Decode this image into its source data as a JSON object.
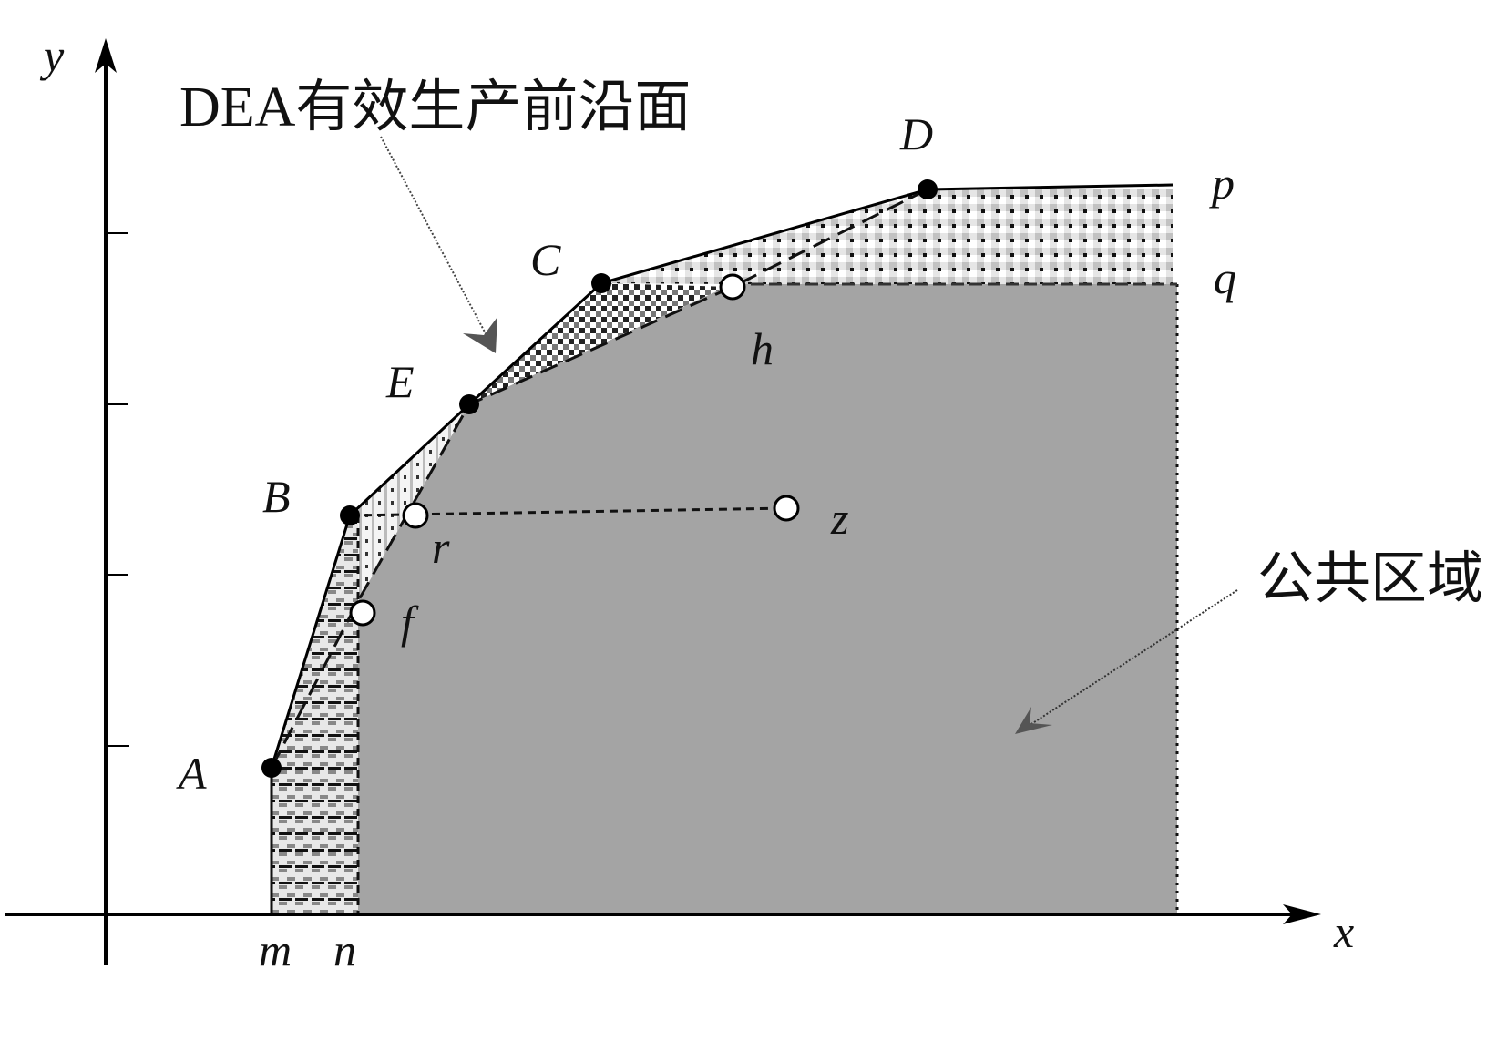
{
  "title": "DEA有效生产前沿面",
  "common_region_label": "公共区域",
  "axes": {
    "x": "x",
    "y": "y"
  },
  "points": {
    "efficient": [
      "A",
      "B",
      "E",
      "C",
      "D"
    ],
    "inefficient": [
      "f",
      "r",
      "z",
      "h"
    ]
  },
  "labels": {
    "A": "A",
    "B": "B",
    "C": "C",
    "D": "D",
    "E": "E",
    "f": "f",
    "r": "r",
    "z": "z",
    "h": "h",
    "p": "p",
    "q": "q",
    "m": "m",
    "n": "n"
  },
  "colors": {
    "common_region": "#a4a4a4",
    "frontier": "#000000",
    "arrow": "#555555"
  }
}
